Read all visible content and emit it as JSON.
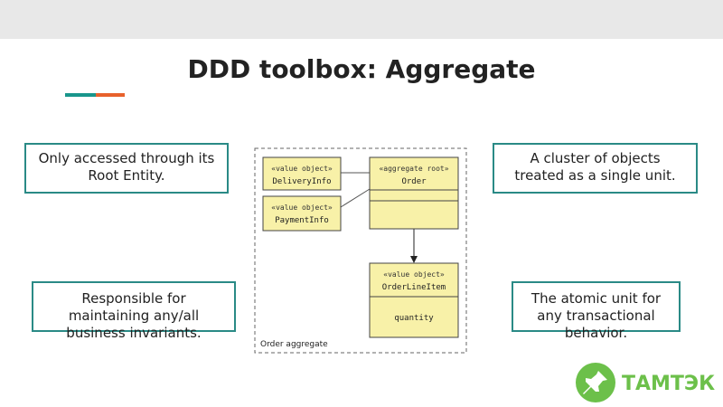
{
  "slide": {
    "title": "DDD toolbox: Aggregate",
    "colors": {
      "accent_teal": "#19968c",
      "accent_orange": "#e8612c",
      "box_fill": "#f8f1a8",
      "callout_border": "#2a8a86",
      "logo_green": "#6cc04a"
    }
  },
  "callouts": {
    "top_left": [
      "Only accessed through its",
      "Root Entity."
    ],
    "top_right": [
      "A cluster of objects",
      "treated as a single unit."
    ],
    "bottom_left": [
      "Responsible for",
      "maintaining any/all",
      "business invariants."
    ],
    "bottom_right": [
      "The atomic unit for",
      "any transactional",
      "behavior."
    ]
  },
  "diagram": {
    "delivery": {
      "stereotype": "«value object»",
      "name": "DeliveryInfo"
    },
    "payment": {
      "stereotype": "«value object»",
      "name": "PaymentInfo"
    },
    "order": {
      "stereotype": "«aggregate root»",
      "name": "Order"
    },
    "line_item": {
      "stereotype": "«value object»",
      "name": "OrderLineItem",
      "field": "quantity"
    },
    "boundary_label": "Order aggregate"
  },
  "logo": {
    "text": "ТАМТЭК",
    "icon": "pin-icon"
  }
}
